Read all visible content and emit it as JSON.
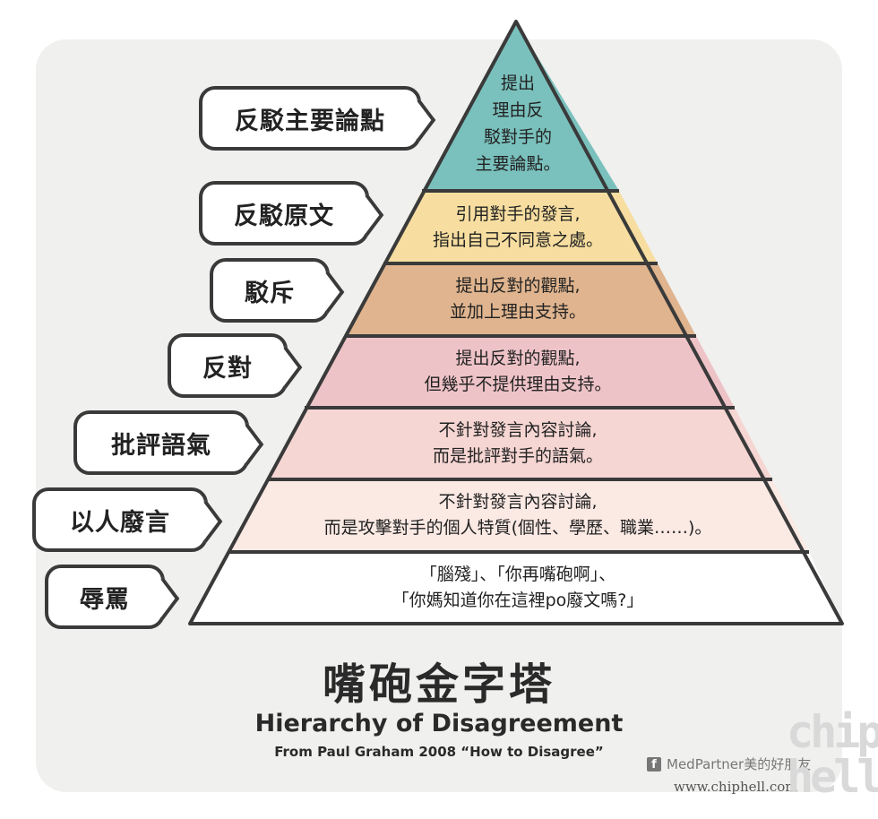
{
  "title_zh": "嘴砲金字塔",
  "title_en": "Hierarchy of Disagreement",
  "source": "From Paul Graham 2008 “How to Disagree”",
  "credit": "MedPartner美的好朋友",
  "credit_icon": "facebook-icon",
  "site": "www.chiphell.com",
  "watermark": "chiphell",
  "colors": {
    "card": "#f0f0ee",
    "outline": "#3a3a3a",
    "level7": "#7ac1bd",
    "level6": "#f7dea0",
    "level5": "#dfb48e",
    "level4": "#eec3c7",
    "level3": "#f6d6d3",
    "level2": "#fbe9e4",
    "level1": "#ffffff"
  },
  "levels": [
    {
      "label": "反駁主要論點",
      "lines": [
        "提出",
        "理由反",
        "駁對手的",
        "主要論點。"
      ]
    },
    {
      "label": "反駁原文",
      "lines": [
        "引用對手的發言,",
        "指出自己不同意之處。"
      ]
    },
    {
      "label": "駁斥",
      "lines": [
        "提出反對的觀點,",
        "並加上理由支持。"
      ]
    },
    {
      "label": "反對",
      "lines": [
        "提出反對的觀點,",
        "但幾乎不提供理由支持。"
      ]
    },
    {
      "label": "批評語氣",
      "lines": [
        "不針對發言內容討論,",
        "而是批評對手的語氣。"
      ]
    },
    {
      "label": "以人廢言",
      "lines": [
        "不針對發言內容討論,",
        "而是攻擊對手的個人特質(個性、學歷、職業……)。"
      ]
    },
    {
      "label": "辱罵",
      "lines": [
        "「腦殘」、「你再嘴砲啊」、",
        "「你媽知道你在這裡po廢文嗎?」"
      ]
    }
  ]
}
